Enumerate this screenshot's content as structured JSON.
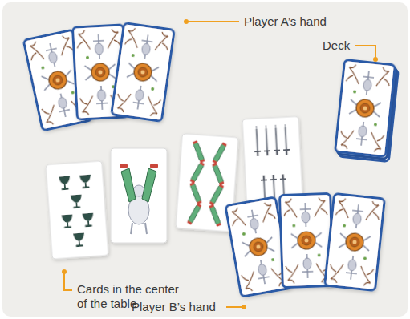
{
  "diagram": {
    "labels": [
      "Player A’s hand",
      "Deck",
      "Cards in the center of the table",
      "Player B’s hand"
    ]
  }
}
